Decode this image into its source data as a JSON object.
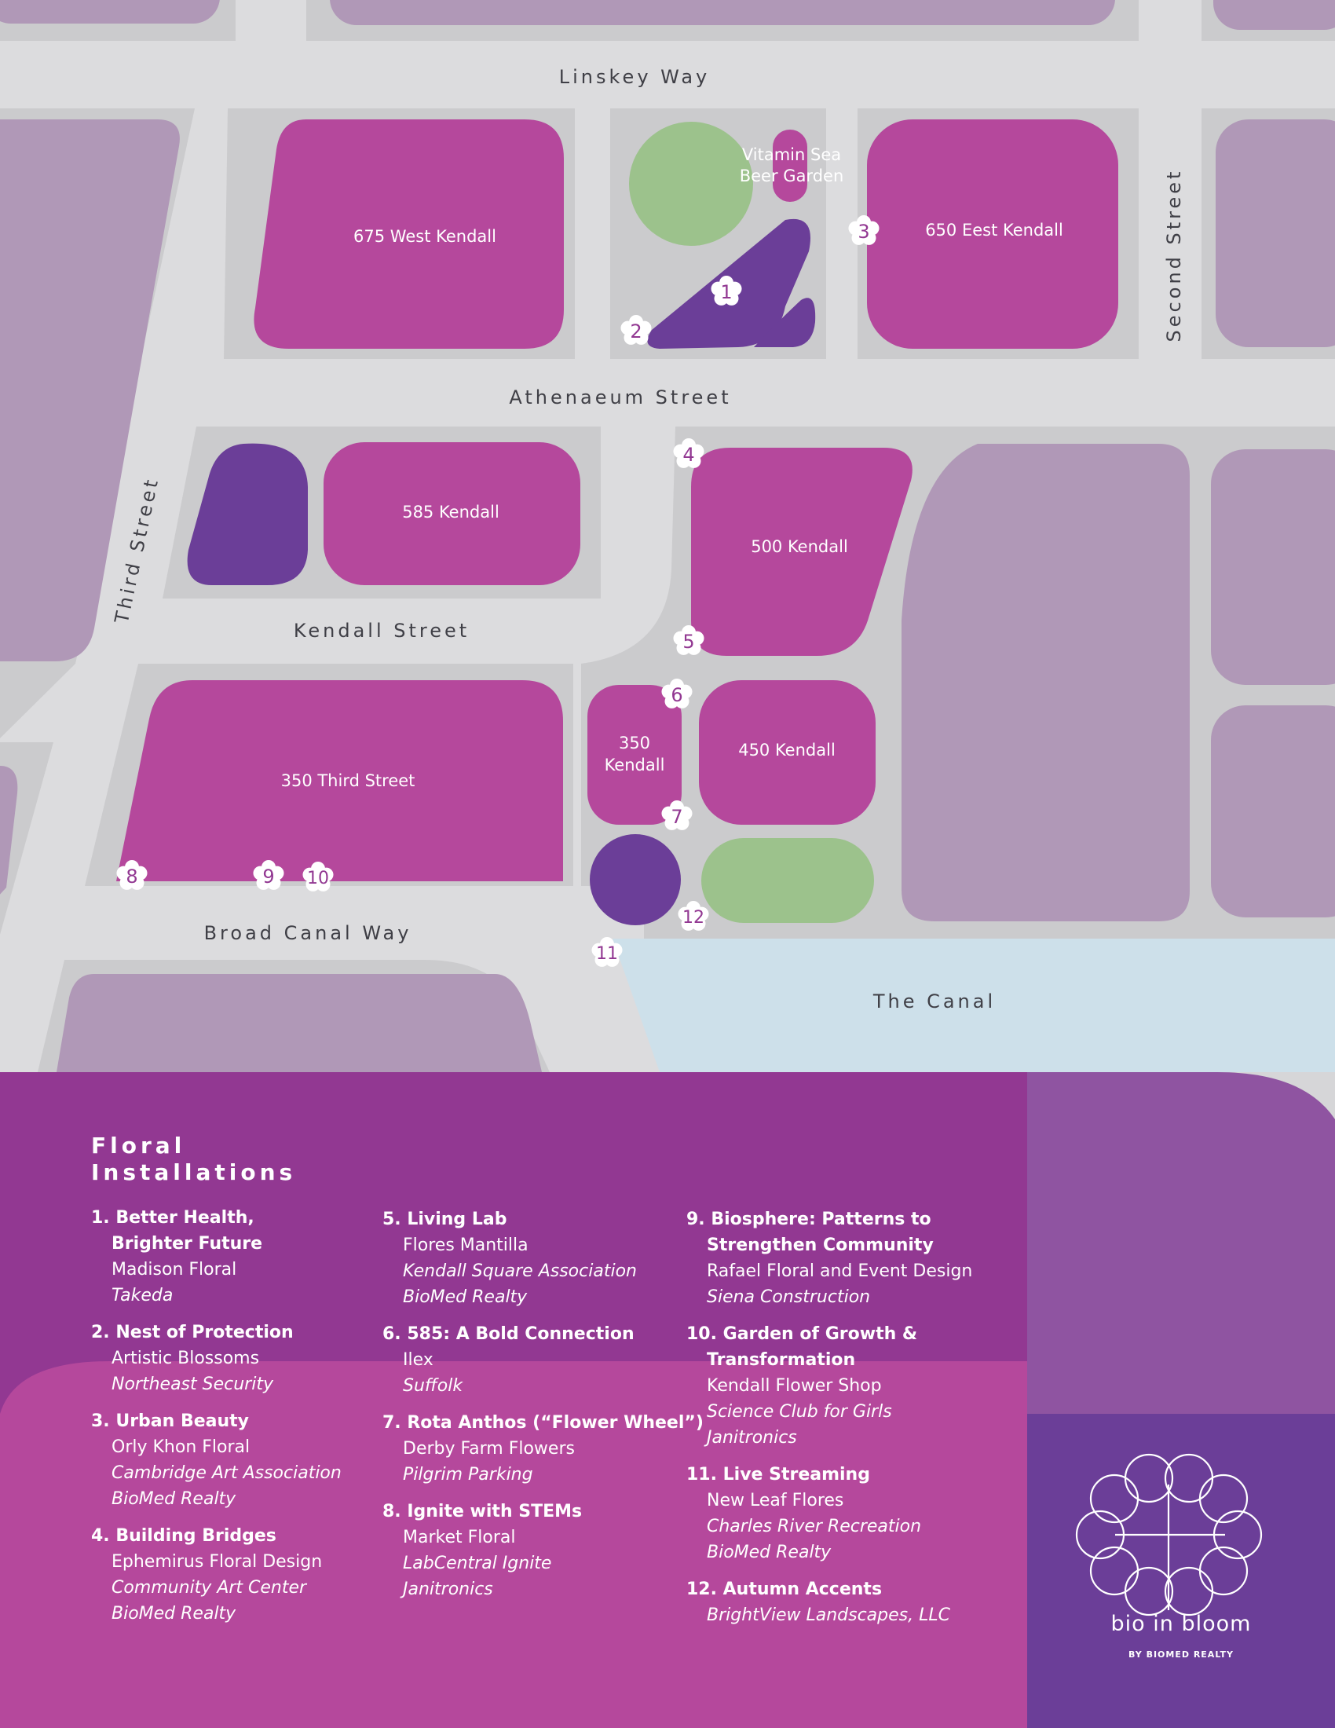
{
  "map": {
    "streets": {
      "linskey": "Linskey Way",
      "athenaeum": "Athenaeum Street",
      "kendall_st": "Kendall Street",
      "broad_canal": "Broad Canal Way",
      "third": "Third Street",
      "second": "Second Street",
      "canal": "The Canal"
    },
    "buildings": {
      "b675": "675 West Kendall",
      "b650": "650 Eest Kendall",
      "b585": "585 Kendall",
      "b500": "500 Kendall",
      "b350k_1": "350",
      "b350k_2": "Kendall",
      "b450": "450 Kendall",
      "b350t": "350 Third Street",
      "garden_1": "Vitamin Sea",
      "garden_2": "Beer Garden"
    },
    "markers": [
      "1",
      "2",
      "3",
      "4",
      "5",
      "6",
      "7",
      "8",
      "9",
      "10",
      "11",
      "12"
    ]
  },
  "legend": {
    "title_1": "Floral",
    "title_2": "Installations",
    "col1": [
      {
        "t1": "1. Better Health,",
        "t2": "Brighter Future",
        "lines": [
          "Madison Floral"
        ],
        "italic": [
          "Takeda"
        ]
      },
      {
        "t1": "2. Nest of Protection",
        "lines": [
          "Artistic Blossoms"
        ],
        "italic": [
          "Northeast Security"
        ]
      },
      {
        "t1": "3. Urban Beauty",
        "lines": [
          "Orly Khon Floral"
        ],
        "italic": [
          "Cambridge Art Association",
          "BioMed Realty"
        ]
      },
      {
        "t1": "4. Building Bridges",
        "lines": [
          "Ephemirus Floral Design"
        ],
        "italic": [
          "Community Art Center",
          "BioMed Realty"
        ]
      }
    ],
    "col2": [
      {
        "t1": "5. Living Lab",
        "lines": [
          "Flores Mantilla"
        ],
        "italic": [
          "Kendall Square Association",
          "BioMed Realty"
        ]
      },
      {
        "t1": "6. 585: A Bold Connection",
        "lines": [
          "Ilex"
        ],
        "italic": [
          "Suffolk"
        ]
      },
      {
        "t1": "7. Rota Anthos (“Flower Wheel”)",
        "lines": [
          "Derby Farm Flowers"
        ],
        "italic": [
          "Pilgrim Parking"
        ]
      },
      {
        "t1": "8. Ignite with STEMs",
        "lines": [
          "Market Floral"
        ],
        "italic": [
          "LabCentral Ignite",
          "Janitronics"
        ]
      }
    ],
    "col3": [
      {
        "t1": "9.  Biosphere: Patterns to",
        "t2": "Strengthen Community",
        "lines": [
          "Rafael Floral and Event Design"
        ],
        "italic": [
          "Siena Construction"
        ]
      },
      {
        "t1": "10. Garden of Growth &",
        "t2": "Transformation",
        "lines": [
          "Kendall Flower Shop"
        ],
        "italic": [
          "Science Club for Girls",
          "Janitronics"
        ]
      },
      {
        "t1": "11. Live Streaming",
        "lines": [
          "New Leaf Flores"
        ],
        "italic": [
          "Charles River Recreation",
          "BioMed Realty"
        ]
      },
      {
        "t1": "12. Autumn Accents",
        "lines": [],
        "italic": [
          "BrightView Landscapes, LLC"
        ]
      }
    ]
  },
  "brand": {
    "name": "bio in bloom",
    "sub": "BY BIOMED REALTY"
  },
  "colors": {
    "building": "#b5489c",
    "plaza": "#6b3e98",
    "green": "#9cc28c",
    "neighbor": "#b098b7",
    "road": "#dcdcde",
    "block": "#cbcbcd",
    "canal": "#cde0ea",
    "legend_dark": "#923892",
    "legend_light": "#b5489c",
    "brand_top": "#8f54a1",
    "brand_bottom": "#6b3e98"
  }
}
